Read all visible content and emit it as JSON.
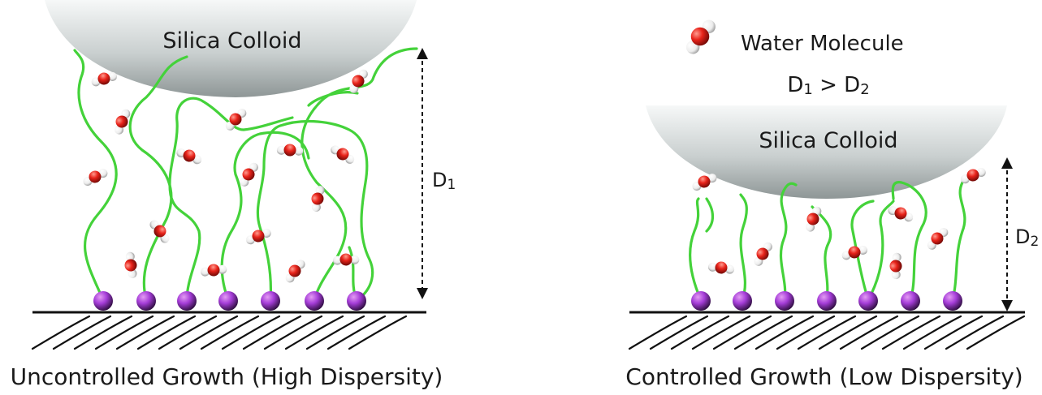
{
  "left_panel": {
    "colloid_label": "Silica Colloid",
    "distance_label": "D",
    "distance_sub": "1",
    "caption": "Uncontrolled Growth (High Dispersity)"
  },
  "right_panel": {
    "colloid_label": "Silica Colloid",
    "distance_label": "D",
    "distance_sub": "2",
    "caption": "Controlled Growth (Low Dispersity)"
  },
  "legend": {
    "water_label": "Water Molecule"
  },
  "relation": {
    "left": "D",
    "left_sub": "1",
    "op": " > ",
    "right": "D",
    "right_sub": "2"
  },
  "colors": {
    "polymer_chain": "#44d23a",
    "anchor_bead": "#a53dd8",
    "oxygen": "#e8231a",
    "hydrogen": "#f2f2f2",
    "colloid_top": "#f4f6f6",
    "colloid_bottom": "#8e9696",
    "substrate": "#111111"
  }
}
